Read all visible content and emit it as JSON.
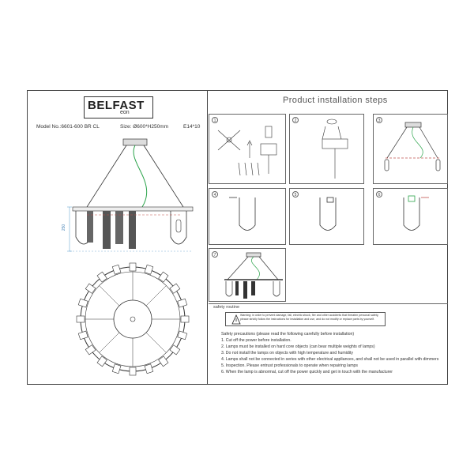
{
  "brand": {
    "name": "BELFAST",
    "sub": "eon"
  },
  "model": {
    "number": "Model No.:6601-600 BR CL",
    "size": "Size: Ø600*H250mm",
    "bulb": "E14*10"
  },
  "dimension_label": "250",
  "title": "Product installation steps",
  "steps": [
    "1",
    "2",
    "3",
    "4",
    "5",
    "6",
    "7"
  ],
  "safety": {
    "routine_label": "safety routine",
    "warning": "Warning: in order to prevent damage, fall, electric shock, fire and other accidents that threaten personal safety, please strictly follow the instructions for installation and use, and do not modify or replace parts by yourself."
  },
  "precautions": {
    "heading": "Safety precautions (please read the following carefully before installation)",
    "items": [
      "1. Cut off the power before installation.",
      "2. Lamps must be installed on hard core objects (can bear multiple weights of lamps)",
      "3. Do not install the lamps on objects with high temperature and humidity",
      "4. Lamps shall not be connected in series with other electrical appliances, and shall not be used in parallel with dimmers",
      "5. Inspection. Please entrust professionals to operate when repairing lamps",
      "6. When the lamp is abnormal, cut off the power quickly and get in touch with the manufacturer"
    ]
  },
  "colors": {
    "line": "#333333",
    "wire": "#2aa34a",
    "accent": "#c0504d"
  }
}
